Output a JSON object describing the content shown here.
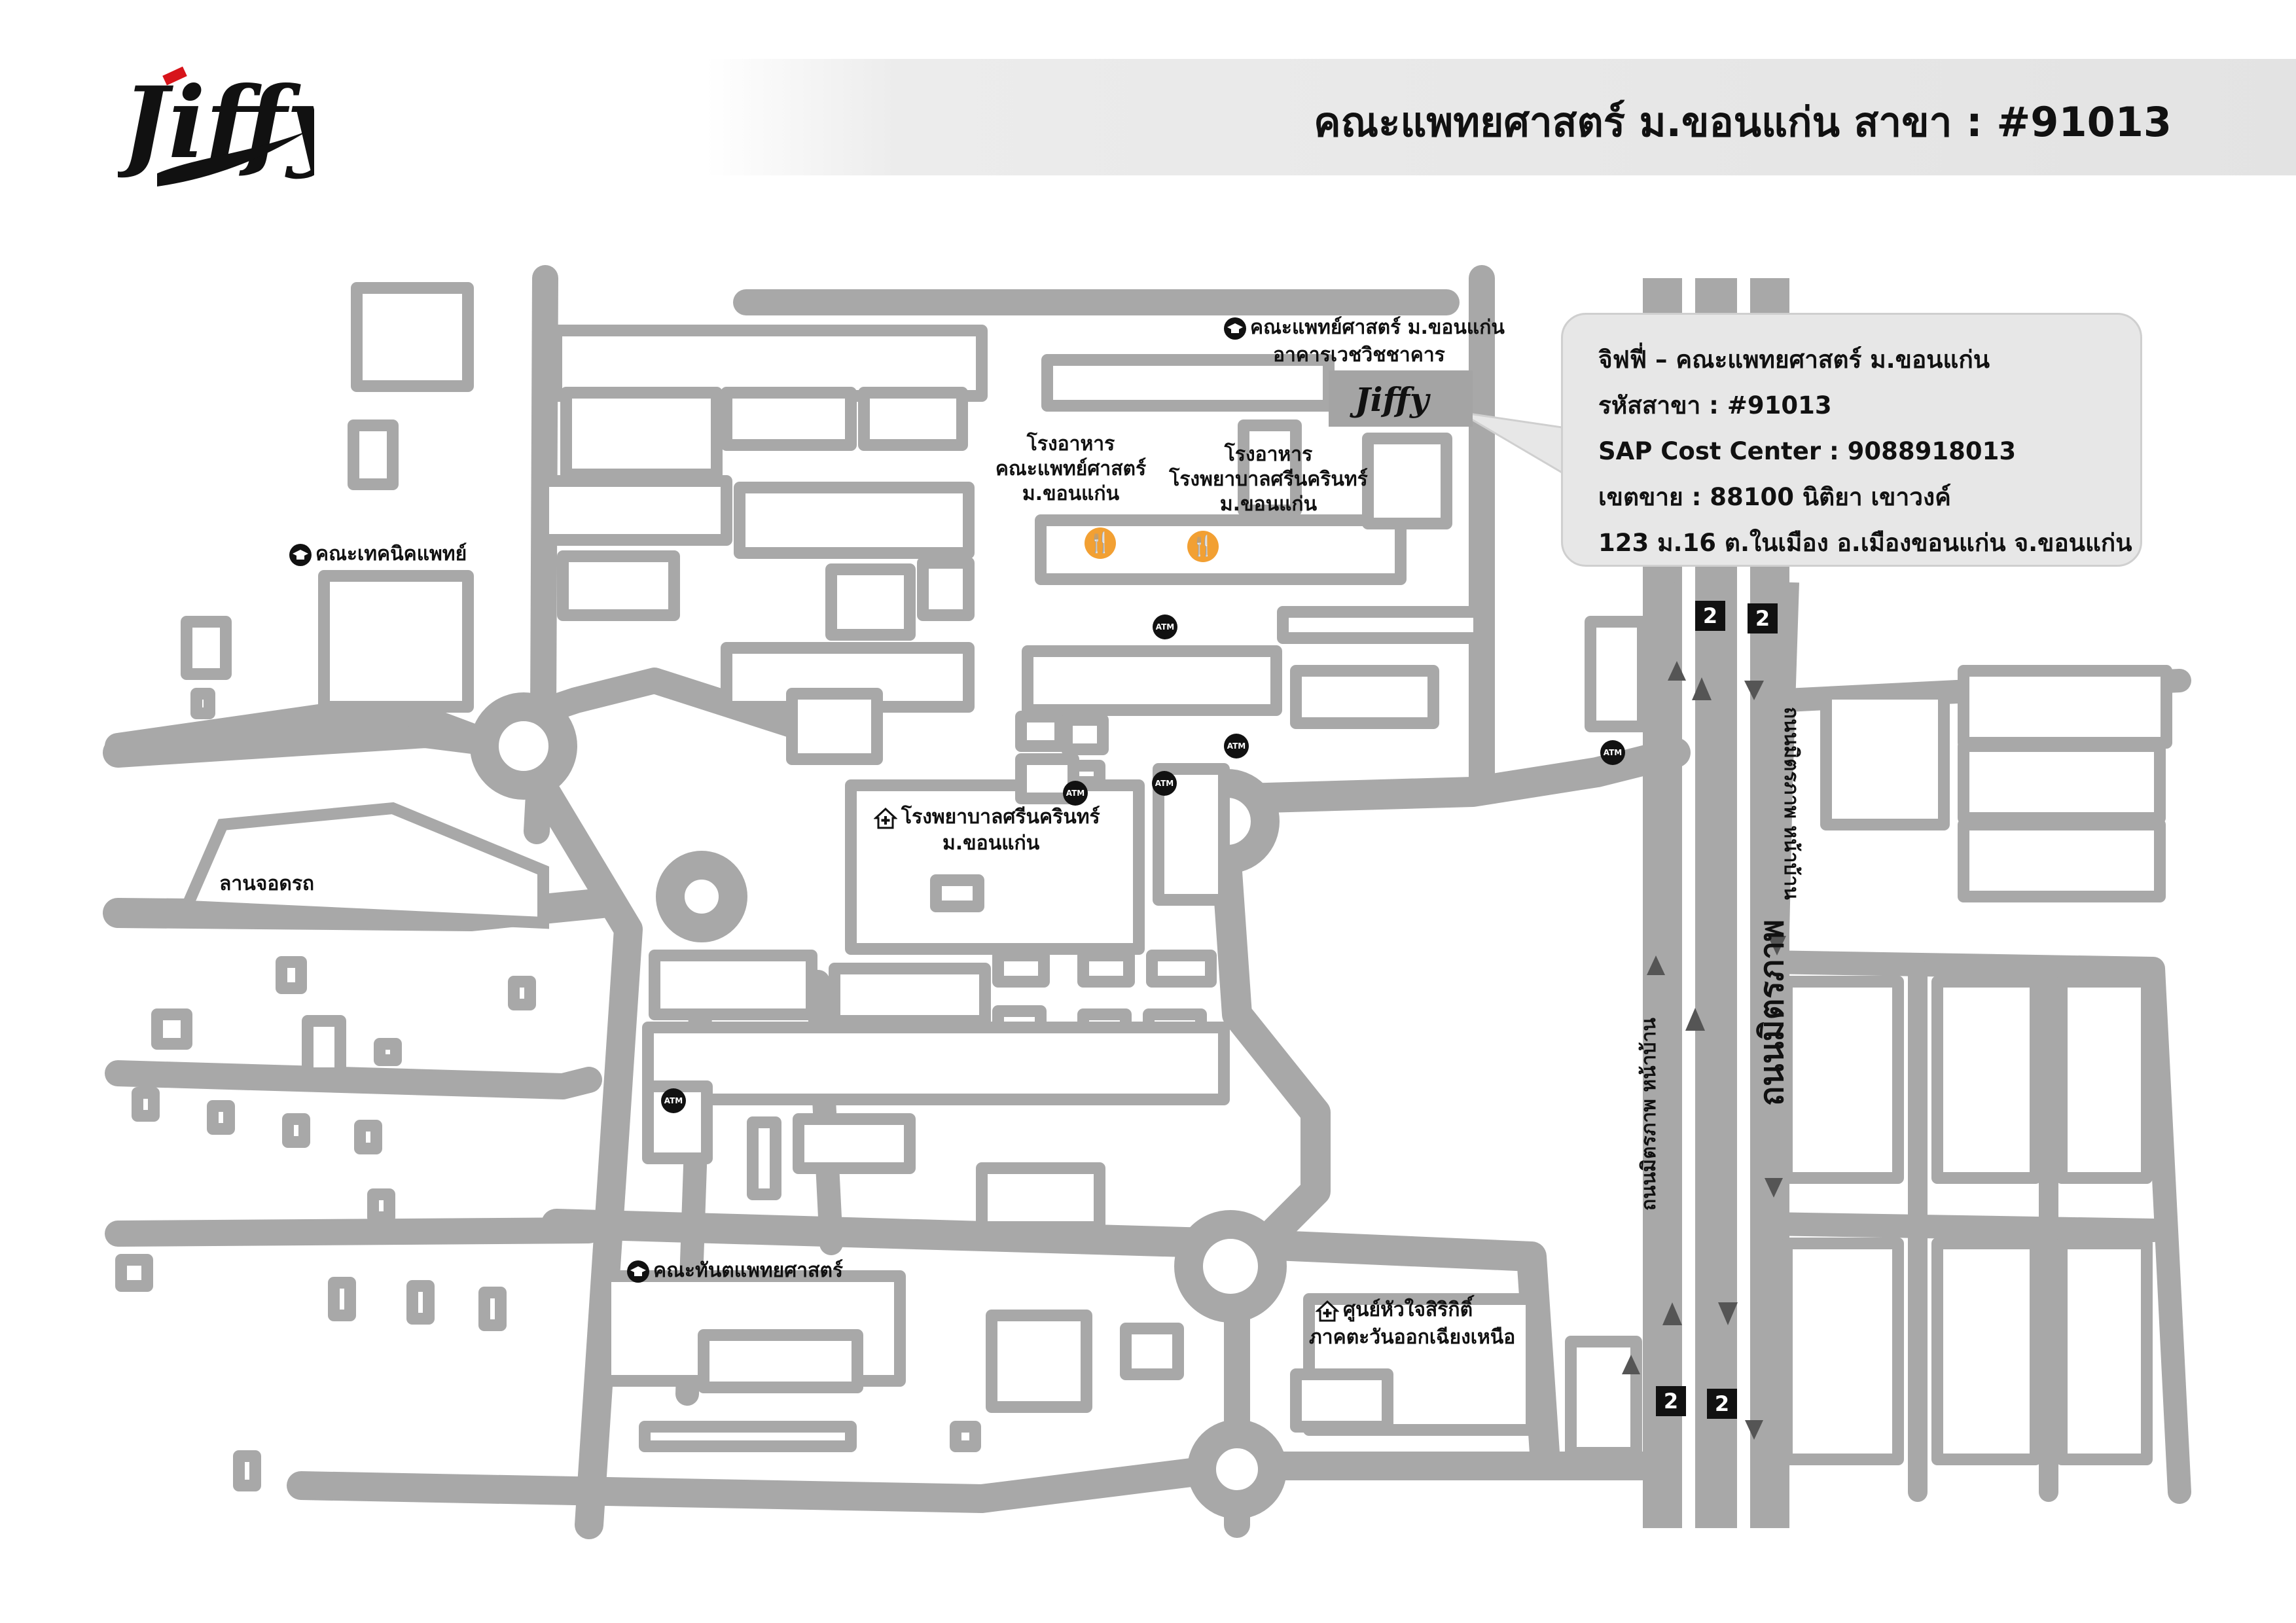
{
  "header": {
    "brand": "Jiffy",
    "title": "คณะแพทยศาสตร์ ม.ขอนแก่น สาขา : #91013"
  },
  "info_box": {
    "name": "จิฟฟี่ – คณะแพทยศาสตร์ ม.ขอนแก่น",
    "branch_code": "รหัสสาขา : #91013",
    "sap_cost_center": "SAP Cost Center : 9088918013",
    "sales_area": "เขตขาย : 88100 นิติยา เขาวงค์",
    "address": "123 ม.16 ต.ในเมือง อ.เมืองขอนแก่น จ.ขอนแก่น"
  },
  "places": {
    "med_faculty_line1": "คณะแพทย์ศาสตร์ ม.ขอนแก่น",
    "med_faculty_line2": "อาคารเวชวิชชาคาร",
    "tech_faculty": "คณะเทคนิคแพทย์",
    "canteen_med_1": "โรงอาหาร",
    "canteen_med_2": "คณะแพทย์ศาสตร์",
    "canteen_med_3": "ม.ขอนแก่น",
    "canteen_hosp_1": "โรงอาหาร",
    "canteen_hosp_2": "โรงพยาบาลศรีนครินทร์",
    "canteen_hosp_3": "ม.ขอนแก่น",
    "hospital_1": "โรงพยาบาลศรีนครินทร์",
    "hospital_2": "ม.ขอนแก่น",
    "parking": "ลานจอดรถ",
    "dental_faculty": "คณะทันตแพทยศาสตร์",
    "heart_center_1": "ศูนย์หัวใจสิริกิติ์",
    "heart_center_2": "ภาคตะวันออกเฉียงเหนือ"
  },
  "roads": {
    "main": "ถนนมิตรภาพ",
    "frontage_left": "ถนนมิตรภาพ หน้าบ้าน",
    "frontage_right": "ถนนมิตรภาพ หน้าบ้าน"
  },
  "markers": {
    "atm": "ATM",
    "highway_number": "2",
    "fork_icon": "fork-knife-icon",
    "grad_icon": "graduation-cap-icon",
    "hospital_icon": "hospital-icon"
  },
  "colors": {
    "road": "#a8a8a8",
    "building": "#a8a8a8",
    "callout_bg": "#e7e7e7",
    "restaurant": "#f2a033",
    "brand_red": "#d7141a"
  }
}
